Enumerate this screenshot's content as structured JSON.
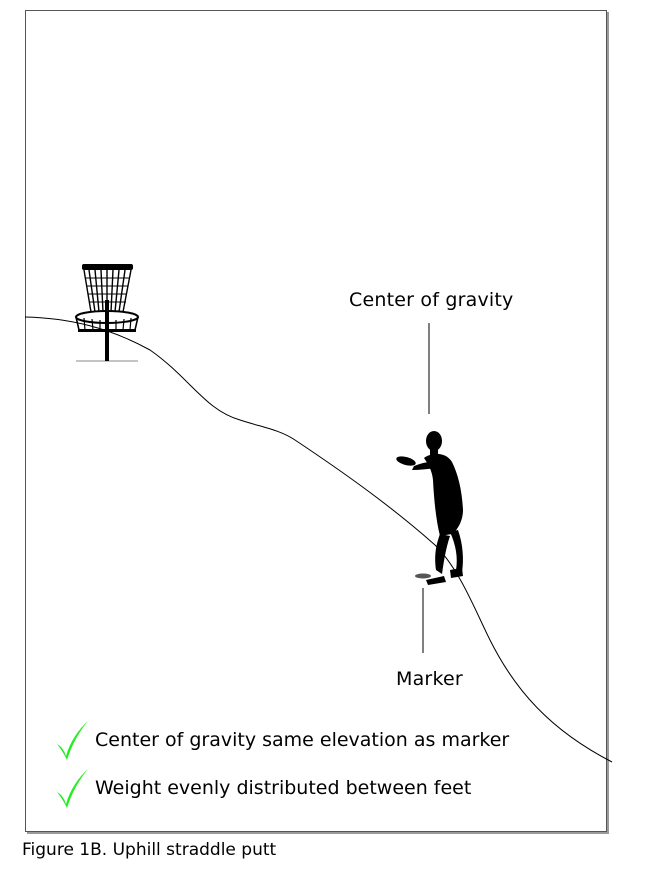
{
  "labels": {
    "center_of_gravity": "Center of gravity",
    "marker": "Marker"
  },
  "checklist": [
    {
      "icon": "check-icon",
      "text": "Center of gravity same elevation as marker"
    },
    {
      "icon": "check-icon",
      "text": "Weight evenly distributed between feet"
    }
  ],
  "caption": "Figure 1B.  Uphill straddle putt",
  "colors": {
    "check": "#22ee22",
    "ink": "#000000",
    "frame_shadow": "#9a9a9a"
  }
}
